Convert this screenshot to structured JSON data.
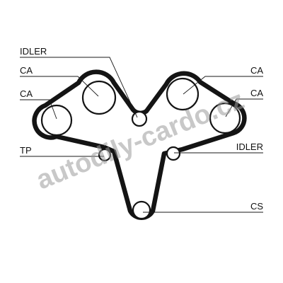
{
  "labels": {
    "idler_top": "IDLER",
    "ca_left_upper": "CA",
    "ca_left_lower": "CA",
    "tp": "TP",
    "ca_right_upper": "CA",
    "ca_right_lower": "CA",
    "idler_right": "IDLER",
    "cs": "CS"
  },
  "watermark": "autodily-cardo.cz",
  "colors": {
    "belt": "#141414",
    "watermark": "#9a9a9a",
    "background": "#ffffff"
  }
}
